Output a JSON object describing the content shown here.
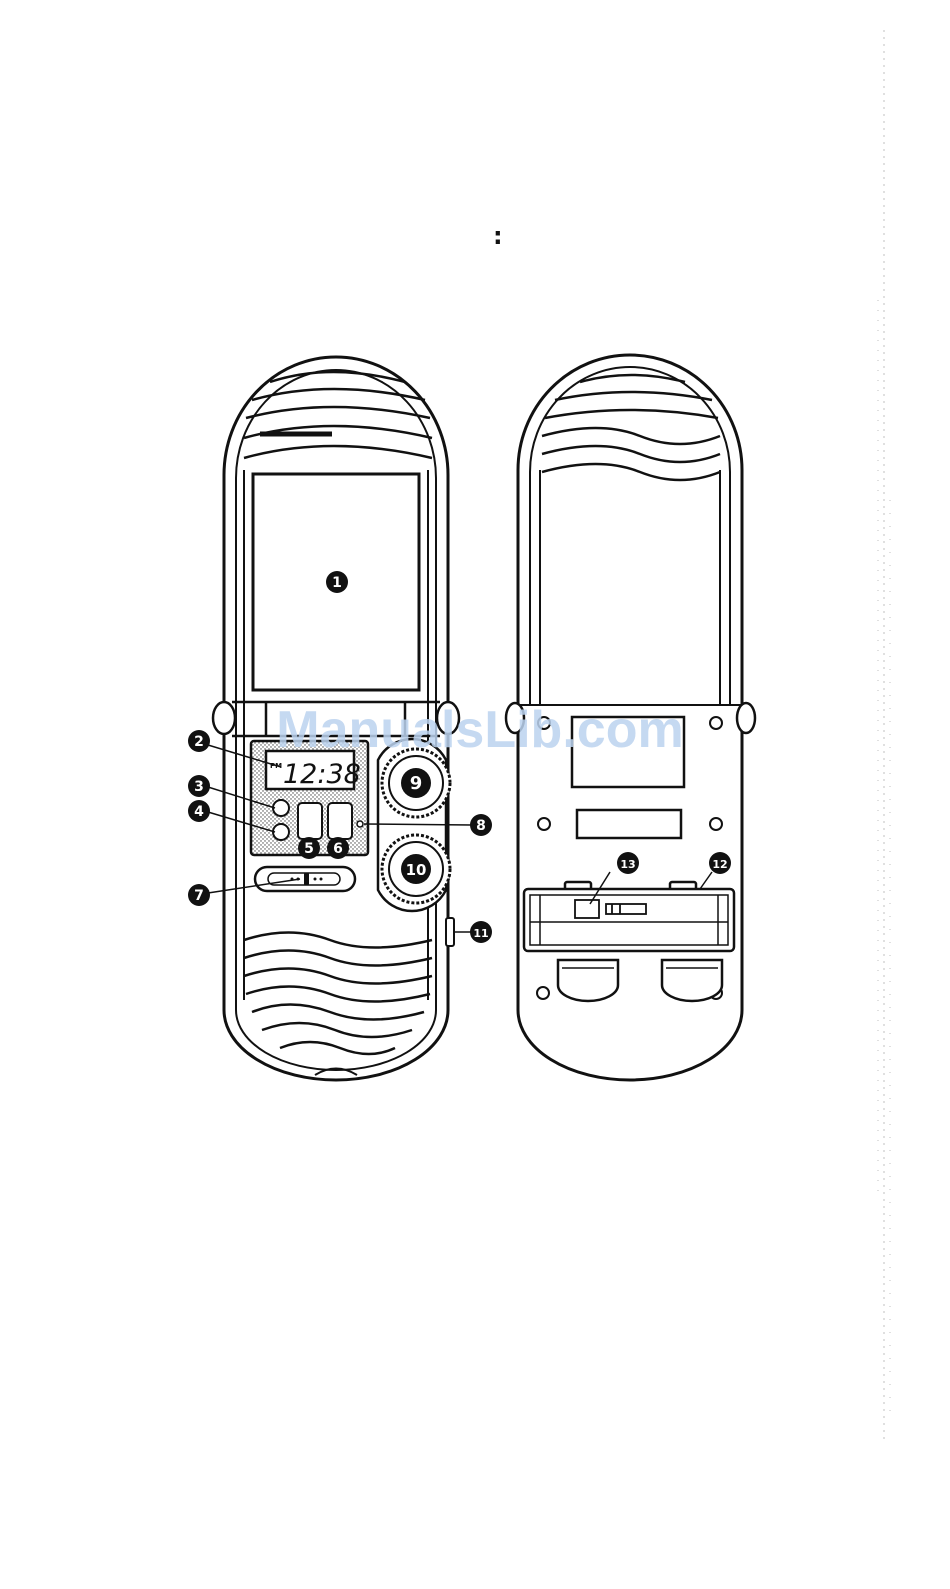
{
  "page": {
    "separator": ":"
  },
  "watermark": {
    "text": "ManualsLib.com"
  },
  "clock": {
    "period": "PM",
    "time": "12:38"
  },
  "callouts": [
    {
      "id": "display-window",
      "label": "1"
    },
    {
      "id": "lcd-clock",
      "label": "2"
    },
    {
      "id": "button-upper",
      "label": "3"
    },
    {
      "id": "button-lower",
      "label": "4"
    },
    {
      "id": "button-left-square",
      "label": "5"
    },
    {
      "id": "button-right-square",
      "label": "6"
    },
    {
      "id": "slide-switch",
      "label": "7"
    },
    {
      "id": "indicator-light",
      "label": "8"
    },
    {
      "id": "dial-upper",
      "label": "9"
    },
    {
      "id": "dial-lower",
      "label": "10"
    },
    {
      "id": "side-jack",
      "label": "11"
    },
    {
      "id": "battery-compartment",
      "label": "12"
    },
    {
      "id": "battery-spring",
      "label": "13"
    }
  ]
}
